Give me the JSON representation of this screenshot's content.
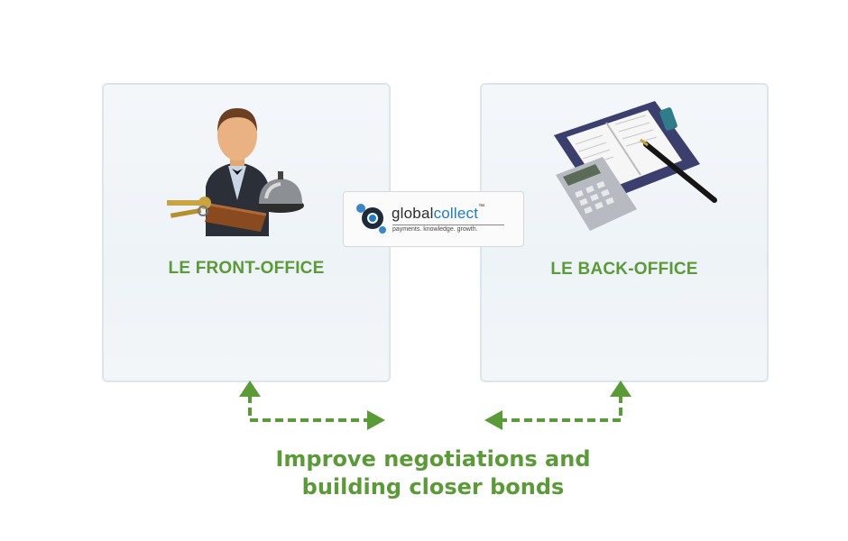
{
  "front_office": {
    "title": "LE FRONT-OFFICE",
    "illustration": "concierge-icon"
  },
  "back_office": {
    "title": "LE BACK-OFFICE",
    "illustration": "office-supplies-icon"
  },
  "logo": {
    "brand_part1": "global",
    "brand_part2": "collect",
    "trademark": "™",
    "tagline": "payments. knowledge. growth."
  },
  "caption": {
    "line1": "Improve negotiations and",
    "line2": "building closer bonds"
  },
  "colors": {
    "accent_green": "#5a9a37",
    "brand_blue": "#1f7cc4",
    "panel_border": "#dde5ec"
  }
}
